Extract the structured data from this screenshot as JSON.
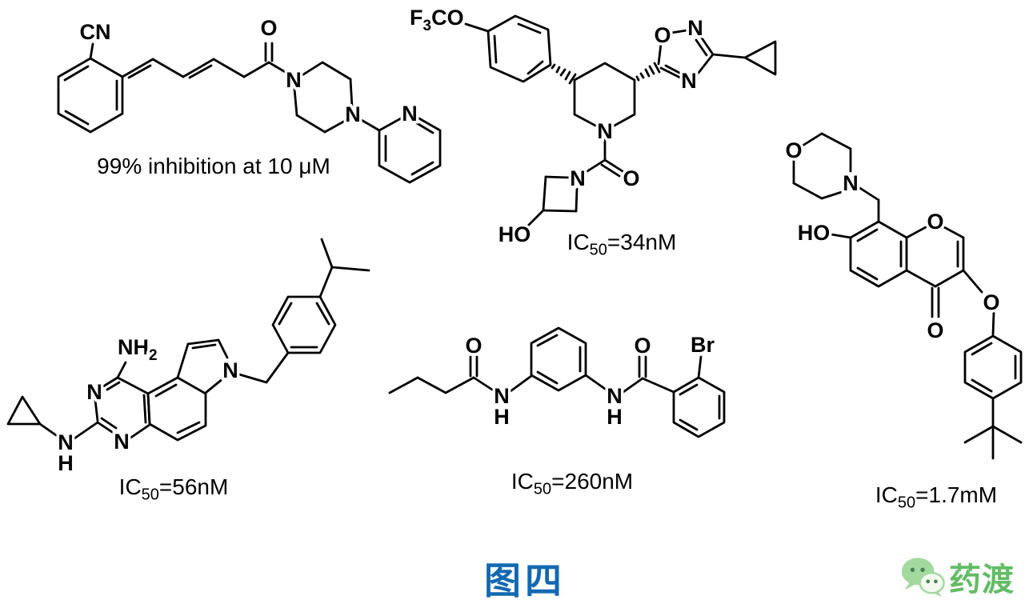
{
  "figure": {
    "title": "图四",
    "title_color": "#1269B1"
  },
  "brand": {
    "name": "药渡",
    "color": "#63BC66",
    "icon": "wechat-speech-bubbles-icon"
  },
  "colors": {
    "structure": "#000000",
    "background": "#FFFFFF"
  },
  "compounds": [
    {
      "name": "compound-1-cyanophenyl-pentadienoyl-piperazine-pyridine",
      "caption": [
        "99% inhibition at 10 μM",
        "",
        ""
      ],
      "atoms": {
        "nitrile": "CN",
        "carbonyl_o": "O",
        "piperazine_n1": "N",
        "piperazine_n2": "N",
        "pyridine_n": "N"
      }
    },
    {
      "name": "compound-2-ocf3phenyl-piperidine-oxadiazole-azetidinol",
      "caption": [
        "IC",
        "50",
        "=34nM"
      ],
      "atoms": {
        "ocf3": [
          "F",
          "3",
          "CO"
        ],
        "oxadiazole_o": "O",
        "oxadiazole_n2": "N",
        "oxadiazole_n4": "N",
        "piperidine_n": "N",
        "carbonyl_o": "O",
        "azetidine_n": "N",
        "hydroxyl": "HO"
      }
    },
    {
      "name": "compound-3-morpholinomethyl-hydroxy-chromone-tbutylphenoxy",
      "caption": [
        "IC",
        "50",
        "=1.7mM"
      ],
      "atoms": {
        "morpholine_o": "O",
        "morpholine_n": "N",
        "hydroxyl": "HO",
        "pyran_o": "O",
        "ketone_o": "O",
        "ether_o": "O"
      }
    },
    {
      "name": "compound-4-aminopyrroloquinazoline-cyclopropylamino-isopropylbenzyl",
      "caption": [
        "IC",
        "50",
        "=56nM"
      ],
      "atoms": {
        "amine": [
          "NH",
          "2"
        ],
        "pyrimidine_n3": "N",
        "pyrimidine_n1": "N",
        "nh_n": "N",
        "nh_h": "H",
        "pyrrole_n": "N"
      }
    },
    {
      "name": "compound-5-butyramido-phenyl-bromobenzamide",
      "caption": [
        "IC",
        "50",
        "=260nM"
      ],
      "atoms": {
        "amide1_o": "O",
        "amide1_n": "N",
        "amide1_h": "H",
        "amide2_o": "O",
        "amide2_n": "N",
        "amide2_h": "H",
        "bromo": "Br"
      }
    }
  ]
}
